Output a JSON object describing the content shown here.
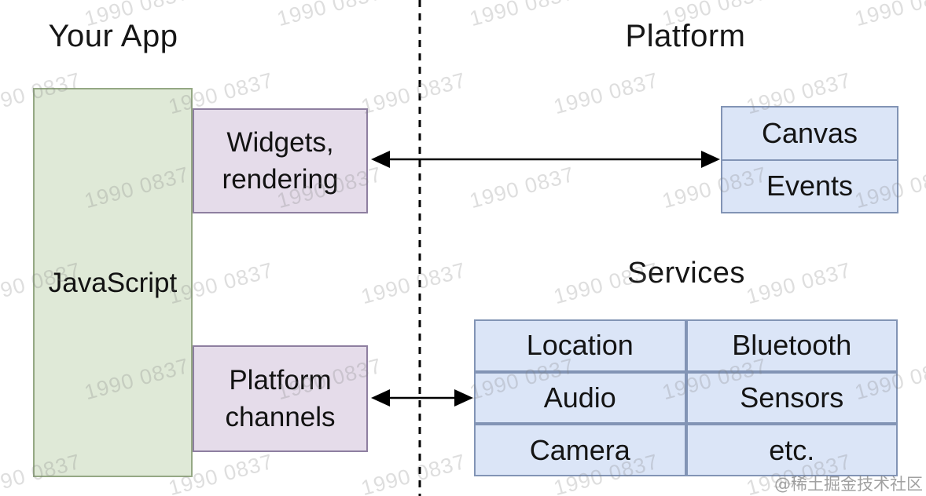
{
  "titles": {
    "left": "Your App",
    "right": "Platform",
    "services": "Services"
  },
  "app_side": {
    "main_block": "JavaScript",
    "render_bridge": {
      "line1": "Widgets,",
      "line2": "rendering"
    },
    "channel_bridge": {
      "line1": "Platform",
      "line2": "channels"
    }
  },
  "platform_side": {
    "canvas_events": {
      "row1": "Canvas",
      "row2": "Events"
    },
    "services_table": {
      "r0c0": "Location",
      "r0c1": "Bluetooth",
      "r1c0": "Audio",
      "r1c1": "Sensors",
      "r2c0": "Camera",
      "r2c1": "etc."
    }
  },
  "watermark": {
    "text": "1990 0837",
    "brand": "@稀土掘金技术社区"
  },
  "colors": {
    "green_fill": "#dfe9d7",
    "green_border": "#95a884",
    "purple_fill": "#e5dcea",
    "purple_border": "#8e7fa0",
    "blue_fill": "#dbe5f7",
    "blue_border": "#8294b5",
    "line": "#000000",
    "text": "#141414",
    "watermark_gray": "#9c9c9c"
  }
}
